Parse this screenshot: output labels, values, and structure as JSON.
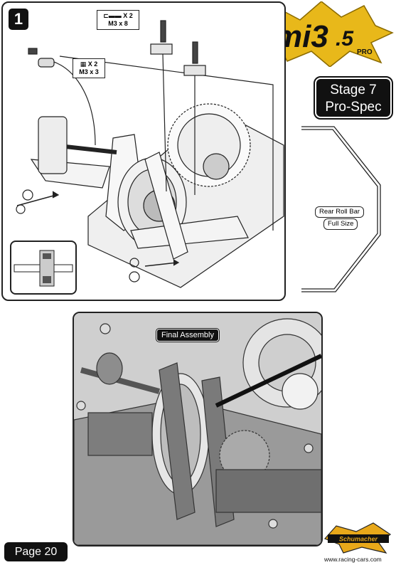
{
  "step": {
    "number": "1"
  },
  "screws": {
    "long": {
      "qty": "X 2",
      "size": "M3 x 8"
    },
    "set": {
      "qty": "X 2",
      "size": "M3 x 3"
    }
  },
  "stage": {
    "line1": "Stage 7",
    "line2": "Pro-Spec"
  },
  "roll_bar": {
    "label": "Rear Roll Bar",
    "note": "Full Size"
  },
  "final": {
    "label": "Final Assembly"
  },
  "footer": {
    "page": "Page 20",
    "url": "www.racing-cars.com"
  },
  "logos": {
    "product": "mi3.5 PRO",
    "brand": "Schumacher"
  }
}
